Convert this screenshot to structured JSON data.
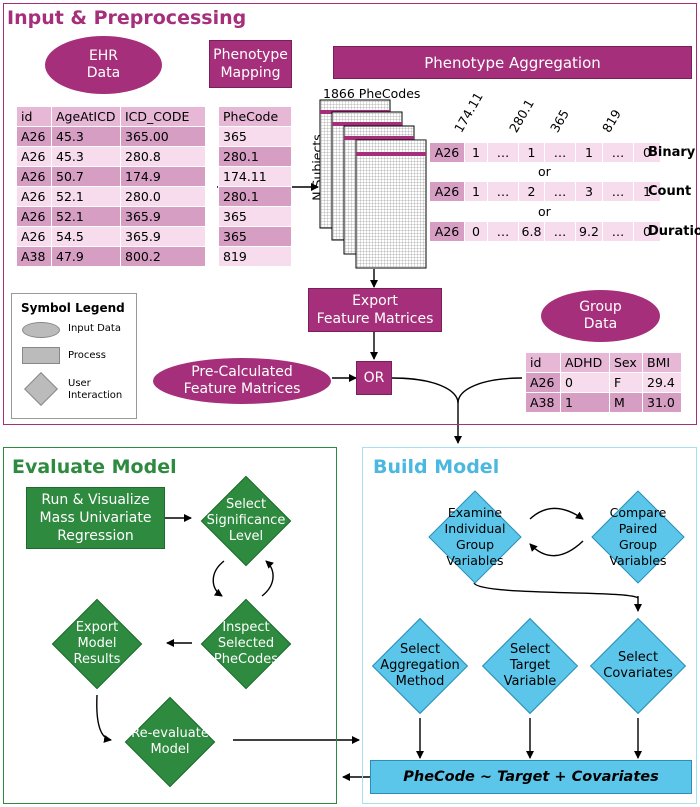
{
  "colors": {
    "magenta": "#a52f7a",
    "green": "#2d8a3e",
    "cyan": "#5bc6ea",
    "light_pink": "#f6dcec",
    "mid_pink": "#d69ec3"
  },
  "input_panel": {
    "title": "Input & Preprocessing",
    "ehr_data": "EHR\nData",
    "phenotype_mapping": "Phenotype\nMapping",
    "phenotype_aggregation": "Phenotype Aggregation",
    "ehr_table": {
      "headers": [
        "id",
        "AgeAtICD",
        "ICD_CODE"
      ],
      "rows": [
        [
          "A26",
          "45.3",
          "365.00"
        ],
        [
          "A26",
          "45.3",
          "280.8"
        ],
        [
          "A26",
          "50.7",
          "174.9"
        ],
        [
          "A26",
          "52.1",
          "280.0"
        ],
        [
          "A26",
          "52.1",
          "365.9"
        ],
        [
          "A26",
          "54.5",
          "365.9"
        ],
        [
          "A38",
          "47.9",
          "800.2"
        ]
      ]
    },
    "phecode_table": {
      "headers": [
        "PheCode"
      ],
      "rows": [
        [
          "365"
        ],
        [
          "280.1"
        ],
        [
          "174.11"
        ],
        [
          "280.1"
        ],
        [
          "365"
        ],
        [
          "365"
        ],
        [
          "819"
        ]
      ]
    },
    "matrix_cols_label": "1866 PheCodes",
    "matrix_rows_label": "N Subjects",
    "col_headers": [
      "174.11",
      "280.1",
      "365",
      "819"
    ],
    "vectors": [
      {
        "cells": [
          "A26",
          "1",
          "…",
          "1",
          "…",
          "1",
          "…",
          "0"
        ],
        "label": "Binary"
      },
      {
        "cells": [
          "A26",
          "1",
          "…",
          "2",
          "…",
          "3",
          "…",
          "1"
        ],
        "label": "Count"
      },
      {
        "cells": [
          "A26",
          "0",
          "…",
          "6.8",
          "…",
          "9.2",
          "…",
          "0"
        ],
        "label": "Duration"
      }
    ],
    "or_text": "or",
    "export": "Export\nFeature Matrices",
    "group_data": "Group\nData",
    "precalc": "Pre-Calculated\nFeature Matrices",
    "or_box": "OR",
    "group_table": {
      "headers": [
        "id",
        "ADHD",
        "Sex",
        "BMI"
      ],
      "rows": [
        [
          "A26",
          "0",
          "F",
          "29.4"
        ],
        [
          "A38",
          "1",
          "M",
          "31.0"
        ]
      ]
    }
  },
  "legend": {
    "title": "Symbol Legend",
    "input": "Input Data",
    "process": "Process",
    "user": "User\nInteraction"
  },
  "evaluate_panel": {
    "title": "Evaluate Model",
    "run": "Run & Visualize\nMass Univariate\nRegression",
    "significance": "Select\nSignificance\nLevel",
    "inspect": "Inspect\nSelected\nPheCodes",
    "export": "Export\nModel\nResults",
    "reevaluate": "Re-evaluate\nModel"
  },
  "build_panel": {
    "title": "Build Model",
    "examine": "Examine\nIndividual\nGroup\nVariables",
    "compare": "Compare\nPaired\nGroup\nVariables",
    "aggregation": "Select\nAggregation\nMethod",
    "target": "Select\nTarget\nVariable",
    "covariates": "Select\nCovariates",
    "formula": "PheCode ~ Target + Covariates"
  }
}
